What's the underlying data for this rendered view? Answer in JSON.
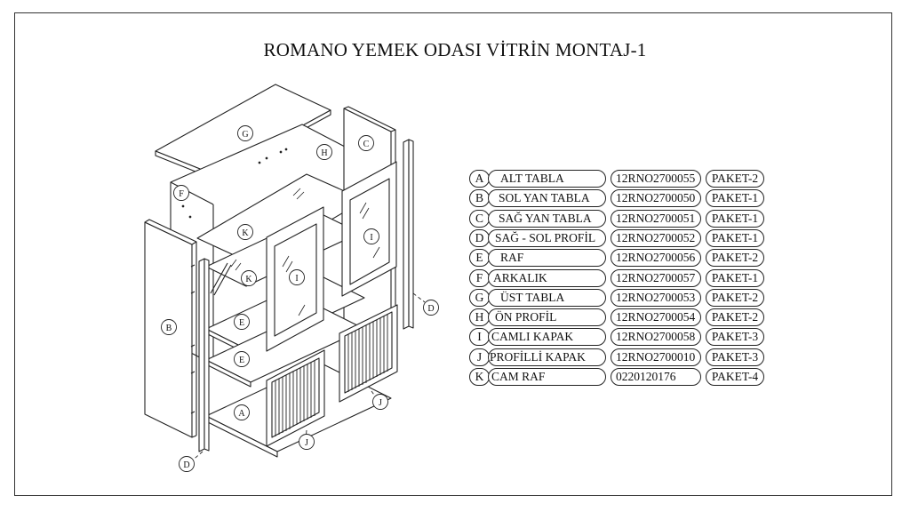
{
  "title": "ROMANO YEMEK ODASI VİTRİN MONTAJ-1",
  "diagram_labels": {
    "G": "G",
    "H": "H",
    "C": "C",
    "F": "F",
    "K_top": "K",
    "I_right": "I",
    "K_mid": "K",
    "I_left": "I",
    "B": "B",
    "E_top": "E",
    "E_bottom": "E",
    "A": "A",
    "J_right": "J",
    "J_left": "J",
    "D_right": "D",
    "D_left": "D"
  },
  "parts": [
    {
      "letter": "A",
      "name": "ALT TABLA",
      "code": "12RNO2700055",
      "package": "PAKET-2"
    },
    {
      "letter": "B",
      "name": "SOL YAN TABLA",
      "code": "12RNO2700050",
      "package": "PAKET-1"
    },
    {
      "letter": "C",
      "name": "SAĞ YAN TABLA",
      "code": "12RNO2700051",
      "package": "PAKET-1"
    },
    {
      "letter": "D",
      "name": "SAĞ - SOL PROFİL",
      "code": "12RNO2700052",
      "package": "PAKET-1"
    },
    {
      "letter": "E",
      "name": "RAF",
      "code": "12RNO2700056",
      "package": "PAKET-2"
    },
    {
      "letter": "F",
      "name": "ARKALIK",
      "code": "12RNO2700057",
      "package": "PAKET-1"
    },
    {
      "letter": "G",
      "name": "ÜST TABLA",
      "code": "12RNO2700053",
      "package": "PAKET-2"
    },
    {
      "letter": "H",
      "name": "ÖN PROFİL",
      "code": "12RNO2700054",
      "package": "PAKET-2"
    },
    {
      "letter": "I",
      "name": "CAMLI KAPAK",
      "code": "12RNO2700058",
      "package": "PAKET-3"
    },
    {
      "letter": "J",
      "name": "PROFİLLİ KAPAK",
      "code": "12RNO2700010",
      "package": "PAKET-3"
    },
    {
      "letter": "K",
      "name": "CAM RAF",
      "code": "0220120176",
      "package": "PAKET-4"
    }
  ]
}
